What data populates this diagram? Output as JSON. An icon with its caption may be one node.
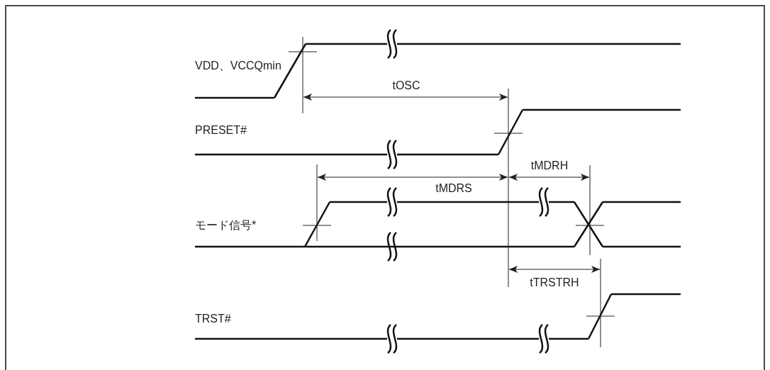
{
  "diagram": {
    "labels": [
      "VDD、VCCQmin",
      "tOSC",
      "PRESET#",
      "tMDRH",
      "tMDRS",
      "モード信号*",
      "tTRSTRH",
      "TRST#"
    ]
  }
}
